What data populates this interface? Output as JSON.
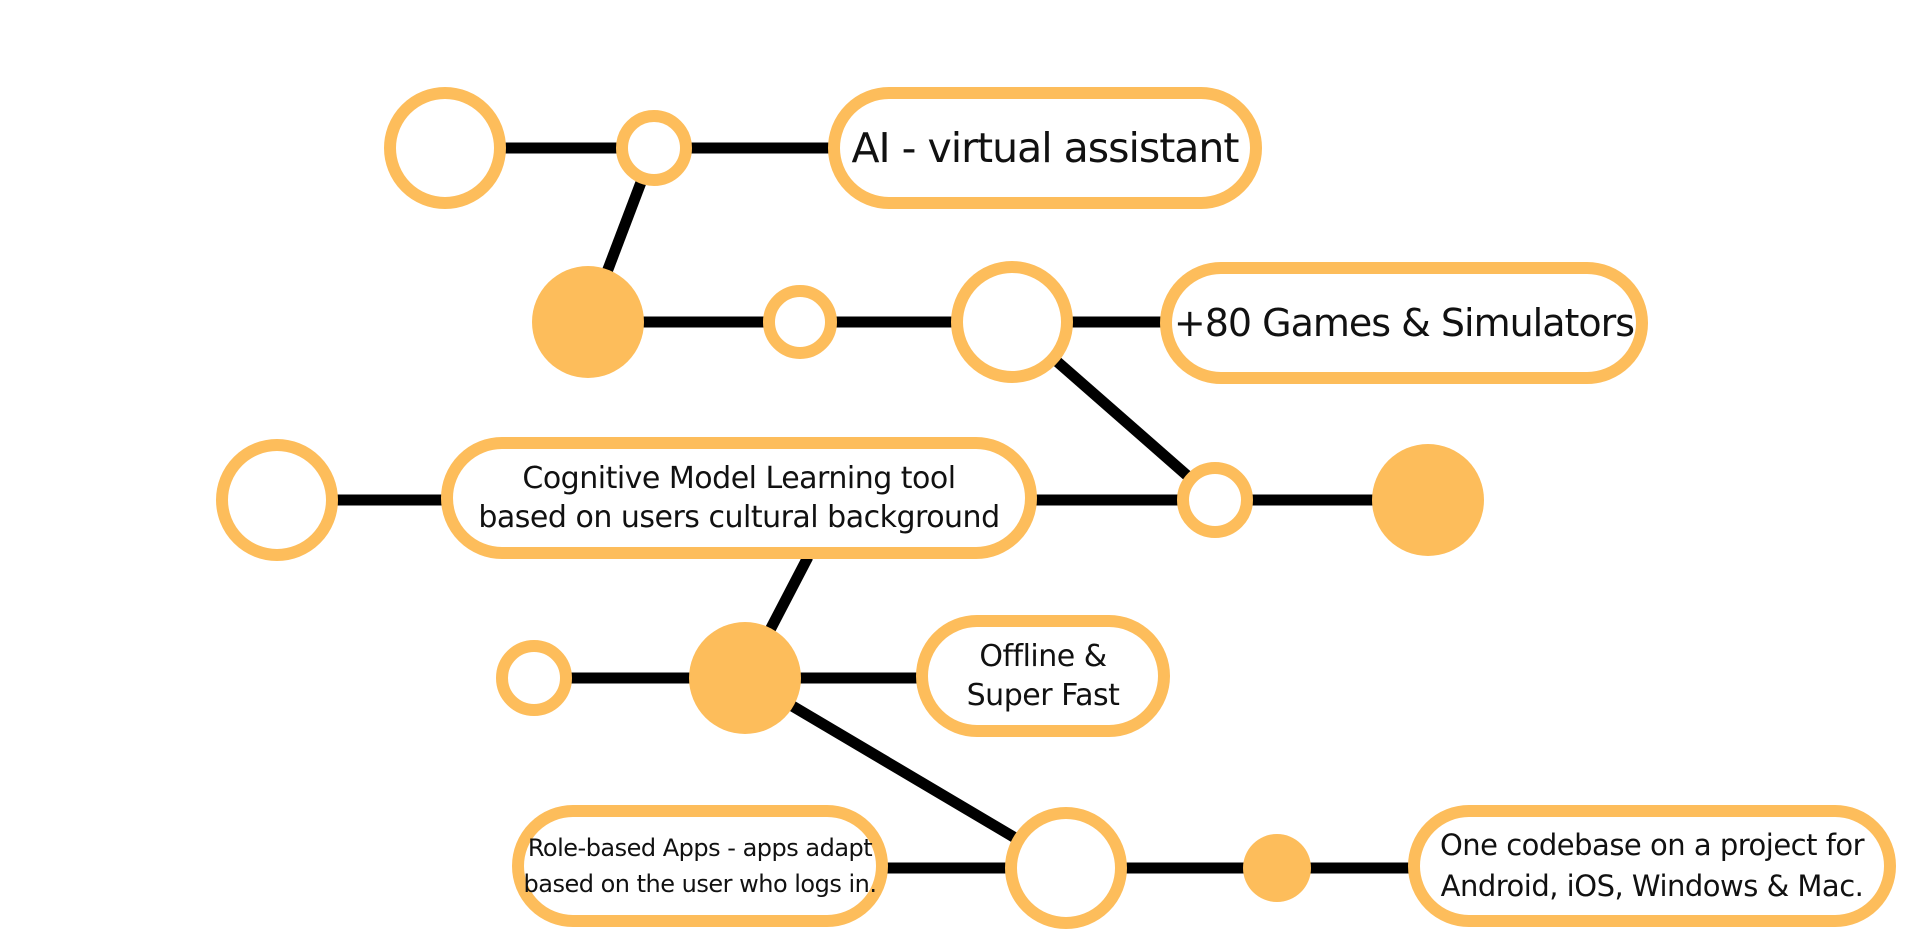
{
  "colors": {
    "accent": "#FDBD5B",
    "line": "#000000",
    "fill_white": "#FFFFFF"
  },
  "nodes": {
    "ai_assistant": {
      "label": "AI - virtual assistant"
    },
    "games": {
      "label": "+80 Games & Simulators"
    },
    "cognitive": {
      "line1": "Cognitive Model Learning tool",
      "line2": "based on users cultural background"
    },
    "offline": {
      "line1": "Offline &",
      "line2": "Super Fast"
    },
    "role_based": {
      "line1": "Role-based Apps - apps adapt",
      "line2": "based on the user who logs in."
    },
    "codebase": {
      "line1": "One codebase on a project for",
      "line2": "Android, iOS, Windows & Mac."
    }
  }
}
